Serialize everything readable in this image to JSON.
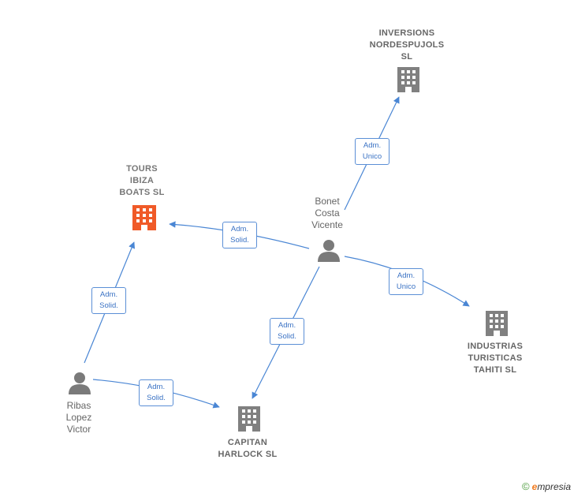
{
  "colors": {
    "edge": "#4a86d4",
    "building": "#808080",
    "building_highlight": "#f05a28",
    "person": "#7a7a7a"
  },
  "nodes": {
    "tours": {
      "label": "TOURS\nIBIZA\nBOATS  SL",
      "icon": "building-icon"
    },
    "inversions": {
      "label": "INVERSIONS\nNORDESPUJOLS\nSL",
      "icon": "building-icon"
    },
    "industrias": {
      "label": "INDUSTRIAS\nTURISTICAS\nTAHITI SL",
      "icon": "building-icon"
    },
    "capitan": {
      "label": "CAPITAN\nHARLOCK SL",
      "icon": "building-icon"
    },
    "bonet": {
      "label": "Bonet\nCosta\nVicente",
      "icon": "person-icon"
    },
    "ribas": {
      "label": "Ribas\nLopez\nVictor",
      "icon": "person-icon"
    }
  },
  "edges": {
    "bonet_inversions": "Adm.\nUnico",
    "bonet_tours": "Adm.\nSolid.",
    "bonet_industrias": "Adm.\nUnico",
    "bonet_capitan": "Adm.\nSolid.",
    "ribas_tours": "Adm.\nSolid.",
    "ribas_capitan": "Adm.\nSolid."
  },
  "footer": {
    "copyright": "©",
    "brand_initial": "e",
    "brand_rest": "mpresia"
  }
}
